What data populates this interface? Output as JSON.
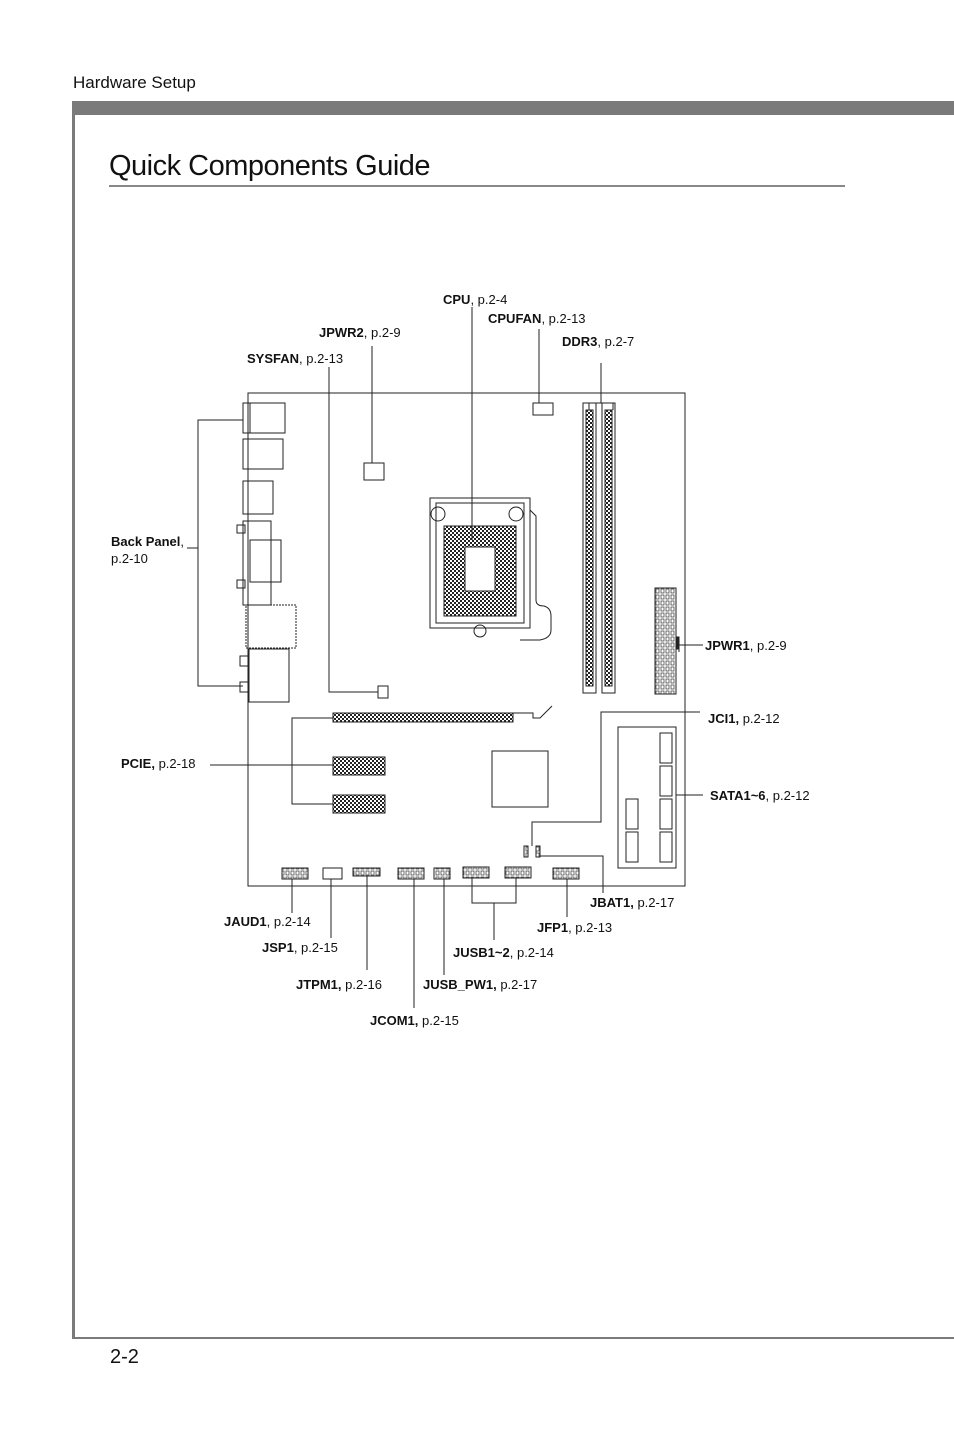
{
  "header": {
    "section": "Hardware Setup"
  },
  "title": "Quick Components Guide",
  "page_number": "2-2",
  "labels": {
    "cpu": {
      "name": "CPU",
      "page": ", p.2-4"
    },
    "cpufan": {
      "name": "CPUFAN",
      "page": ", p.2-13"
    },
    "jpwr2": {
      "name": "JPWR2",
      "page": ", p.2-9"
    },
    "ddr3": {
      "name": "DDR3",
      "page": ", p.2-7"
    },
    "sysfan": {
      "name": "SYSFAN",
      "page": ", p.2-13"
    },
    "backpanel": {
      "name": "Back Panel",
      "page": ",",
      "page2": "p.2-10"
    },
    "jpwr1": {
      "name": "JPWR1",
      "page": ", p.2-9"
    },
    "jci1": {
      "name": "JCI1,",
      "page": " p.2-12"
    },
    "pcie": {
      "name": "PCIE,",
      "page": " p.2-18"
    },
    "sata": {
      "name": "SATA1~6",
      "page": ", p.2-12"
    },
    "jbat1": {
      "name": "JBAT1,",
      "page": " p.2-17"
    },
    "jaud1": {
      "name": "JAUD1",
      "page": ", p.2-14"
    },
    "jfp1": {
      "name": "JFP1",
      "page": ", p.2-13"
    },
    "jsp1": {
      "name": "JSP1",
      "page": ", p.2-15"
    },
    "jusb": {
      "name": "JUSB1~2",
      "page": ", p.2-14"
    },
    "jtpm1": {
      "name": "JTPM1,",
      "page": " p.2-16"
    },
    "jusbpw1": {
      "name": "JUSB_PW1,",
      "page": " p.2-17"
    },
    "jcom1": {
      "name": "JCOM1,",
      "page": " p.2-15"
    }
  }
}
